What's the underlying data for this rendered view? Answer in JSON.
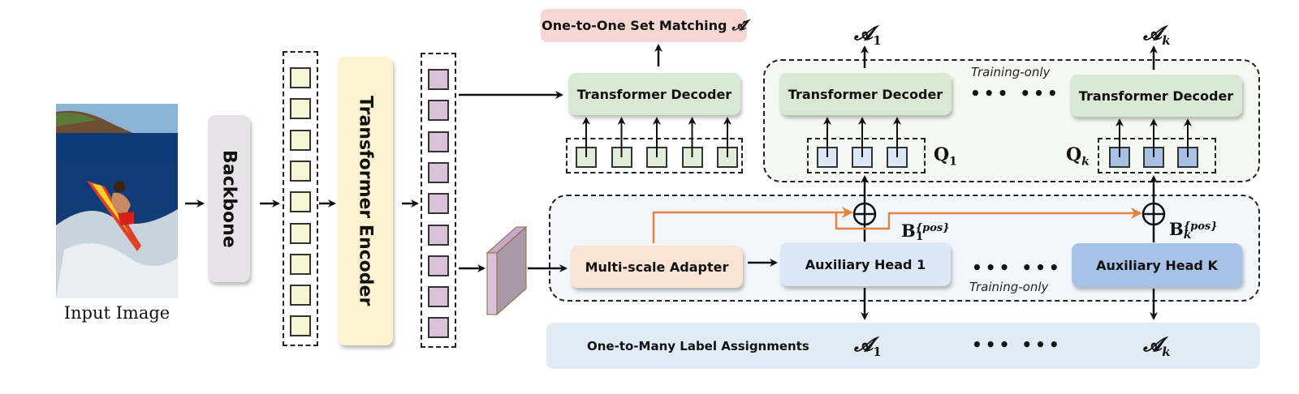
{
  "input": {
    "caption": "Input Image",
    "image_description": "surfer riding a wave with red-yellow surfboard"
  },
  "backbone": {
    "label": "Backbone"
  },
  "encoder": {
    "label": "Transformer Encoder"
  },
  "one_to_one": {
    "label": "One-to-One Set Matching",
    "symbol": "𝓐̃"
  },
  "decoders": [
    {
      "label": "Transformer Decoder",
      "output": "𝓐",
      "output_sub": "1"
    },
    {
      "label": "Transformer Decoder",
      "output": "𝓐",
      "output_sub": "1",
      "query": "Q",
      "query_sub": "1"
    },
    {
      "label": "Transformer Decoder",
      "output": "𝓐",
      "output_sub": "k",
      "query": "Q",
      "query_sub": "k"
    }
  ],
  "training_only": "Training-only",
  "ellipsis": "••• •••",
  "adapter": {
    "label": "Multi-scale Adapter"
  },
  "aux_heads": [
    {
      "label": "Auxiliary Head 1",
      "pos": "B",
      "pos_sub": "1",
      "pos_sup": "{pos}"
    },
    {
      "label": "Auxiliary Head K",
      "pos": "B",
      "pos_sub": "k",
      "pos_sup": "{pos}"
    }
  ],
  "one_to_many": {
    "label": "One-to-Many Label Assignments",
    "a1": "𝓐",
    "a1_sub": "1",
    "ak": "𝓐",
    "ak_sub": "k",
    "dots": "••• •••"
  },
  "colors": {
    "backbone": "#e6e4e6",
    "encoder": "#fdf3d2",
    "yellow_token": "#f7f5d6",
    "purple_token": "#d9c3db",
    "decoder_green": "#d9e9d3",
    "green_token": "#e1eed9",
    "blue_token_light": "#dce7f7",
    "blue_token_dark": "#a7c0e3",
    "one_to_one_bg": "#f7d7d2",
    "adapter": "#fbe4d6",
    "aux1": "#dce8f6",
    "auxK": "#a6c2e4",
    "training_region_top": "#f6f8f3",
    "training_region_bottom": "#f3f7fd",
    "one_to_many_bg": "#e0ebf6",
    "orange": "#e4823f"
  }
}
